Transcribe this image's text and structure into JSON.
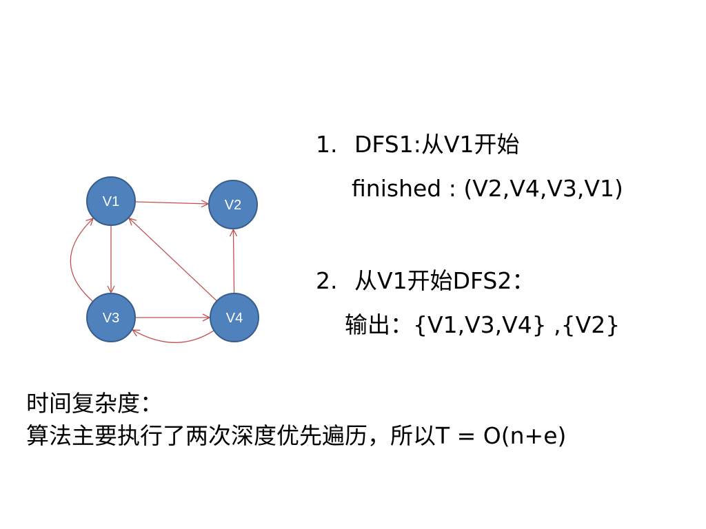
{
  "graph": {
    "nodes": [
      {
        "id": "V1",
        "label": "V1"
      },
      {
        "id": "V2",
        "label": "V2"
      },
      {
        "id": "V3",
        "label": "V3"
      },
      {
        "id": "V4",
        "label": "V4"
      }
    ],
    "edges": [
      {
        "from": "V1",
        "to": "V2"
      },
      {
        "from": "V1",
        "to": "V3"
      },
      {
        "from": "V3",
        "to": "V4"
      },
      {
        "from": "V4",
        "to": "V2"
      },
      {
        "from": "V4",
        "to": "V1"
      },
      {
        "from": "V3",
        "to": "V1"
      },
      {
        "from": "V4",
        "to": "V3"
      }
    ],
    "colors": {
      "node_fill": "#4f81bd",
      "node_stroke": "#385d8a",
      "edge": "#c0504d"
    }
  },
  "steps": [
    {
      "number": "1.",
      "title": "DFS1:从V1开始",
      "detail": "finished : (V2,V4,V3,V1)"
    },
    {
      "number": "2.",
      "title": "从V1开始DFS2：",
      "detail": "输出：{V1,V3,V4} ,{V2}"
    }
  ],
  "complexity": {
    "heading": "时间复杂度：",
    "text": "算法主要执行了两次深度优先遍历，所以",
    "formula": "T = O(n+e)"
  }
}
